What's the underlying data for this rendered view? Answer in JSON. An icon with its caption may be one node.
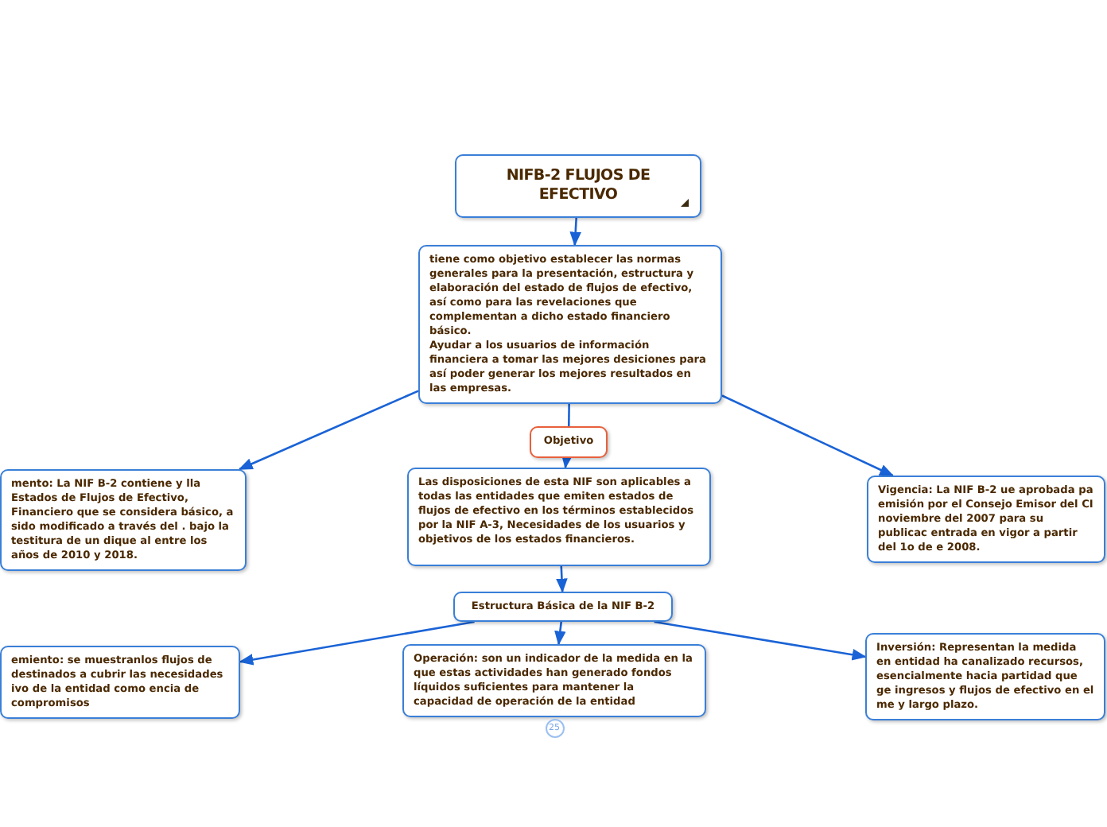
{
  "diagram": {
    "nodes": [
      {
        "text": [
          "NIFB-2 FLUJOS DE EFECTIVO"
        ]
      },
      {
        "text": [
          "tiene como objetivo establecer las normas generales para la presentación, estructura y elaboración del estado de flujos de efectivo, así como para las revelaciones que complementan a dicho estado financiero básico.",
          "Ayudar a los usuarios de información financiera a tomar las mejores desiciones para así poder generar los mejores resultados en las empresas."
        ]
      },
      {
        "text": [
          "Objetivo"
        ]
      },
      {
        "text": [
          "mento: La NIF B-2 contiene y lla Estados de Flujos de Efectivo, Financiero que se considera básico, a sido modificado a través del . bajo la testitura de un dique al entre los años de 2010 y 2018."
        ]
      },
      {
        "text": [
          "Las disposiciones de esta NIF son aplicables a todas las entidades que emiten estados de flujos de efectivo en los términos establecidos por la NIF A-3, Necesidades de los usuarios y objetivos de los estados financieros."
        ]
      },
      {
        "text": [
          "Vigencia: La NIF B-2 ue aprobada pa emisión por el Consejo Emisor del CI noviembre del 2007 para su publicac entrada en vigor a partir del 1o de e 2008."
        ]
      },
      {
        "text": [
          "Estructura Básica de la NIF B-2"
        ]
      },
      {
        "text": [
          "emiento: se muestranlos flujos de destinados a cubrir las necesidades ivo de la entidad como encia de compromisos"
        ]
      },
      {
        "text": [
          "Operación: son un indicador de la medida en la que estas actividades han generado fondos líquidos suficientes para mantener la capacidad de operación de la entidad"
        ],
        "beside": [
          "25"
        ]
      },
      {
        "text": [
          "Inversión: Representan la medida en entidad ha canalizado recursos, esencialmente hacia partidad que ge ingresos y flujos de efectivo en el me y largo plazo."
        ]
      }
    ],
    "edges": [
      {
        "from": 0,
        "to": 1,
        "arrow": "to"
      },
      {
        "from": 1,
        "to": 3,
        "arrow": "to"
      },
      {
        "from": 1,
        "to": 5,
        "arrow": "to"
      },
      {
        "from": 1,
        "to": 2,
        "arrow": "none"
      },
      {
        "from": 2,
        "to": 4,
        "arrow": "to"
      },
      {
        "from": 4,
        "to": 6,
        "arrow": "to"
      },
      {
        "from": 6,
        "to": 7,
        "arrow": "to"
      },
      {
        "from": 6,
        "to": 8,
        "arrow": "to"
      },
      {
        "from": 6,
        "to": 9,
        "arrow": "to"
      }
    ]
  }
}
